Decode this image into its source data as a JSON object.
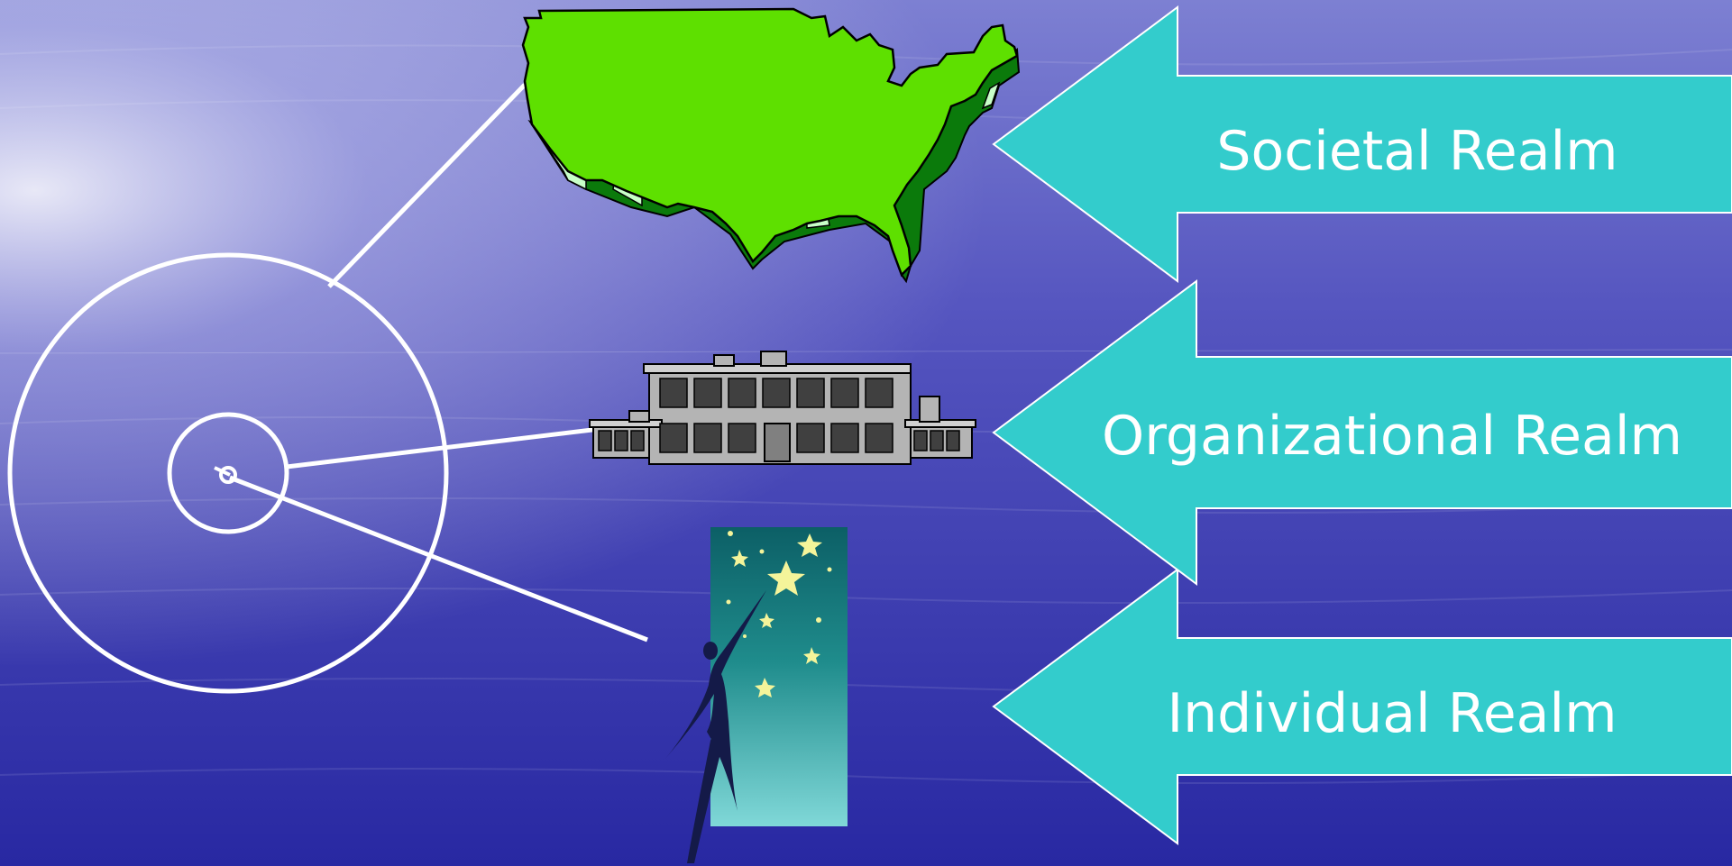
{
  "realms": [
    {
      "id": "societal",
      "label": "Societal Realm",
      "image": "usa-map-icon"
    },
    {
      "id": "organizational",
      "label": "Organizational Realm",
      "image": "building-icon"
    },
    {
      "id": "individual",
      "label": "Individual Realm",
      "image": "reaching-for-stars-icon"
    }
  ],
  "colors": {
    "arrow_fill": "#33cccc",
    "background_deep": "#2a2aa0",
    "background_light": "#b8bce8",
    "map_fill": "#5ee000",
    "map_edge_dark": "#0b7a0b",
    "map_edge_light": "#c8ffc8",
    "lines": "#ffffff",
    "building_fill": "#b4b4b4",
    "stars_panel_top": "#0e6a6a",
    "stars_panel_bottom": "#7ed6d6",
    "stars": "#f0f090"
  }
}
